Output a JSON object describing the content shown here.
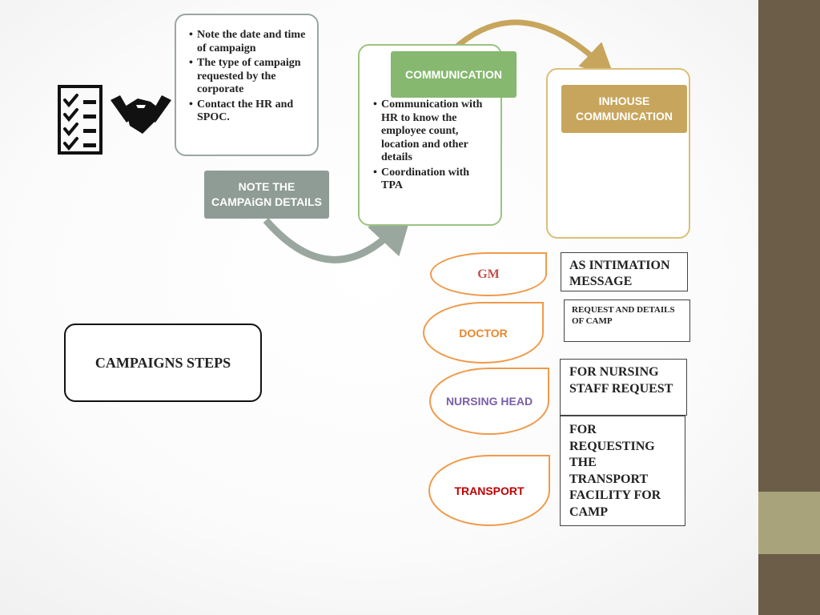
{
  "steps": {
    "note_box": {
      "bullets": [
        "Note the date and time of campaign",
        "The type of campaign requested by the corporate",
        "Contact the HR and SPOC."
      ],
      "label_line1": "NOTE THE",
      "label_line2": "CAMPAiGN DETAILS"
    },
    "communication_box": {
      "label": "COMMUNICATION",
      "bullets": [
        "Communication with HR to know the employee count, location and other details",
        "Coordination with TPA"
      ]
    },
    "inhouse_box": {
      "label_line1": "INHOUSE",
      "label_line2": "COMMUNICATION"
    }
  },
  "campaigns_label": "CAMPAIGNS STEPS",
  "recipients": [
    {
      "name": "GM",
      "detail": "AS INTIMATION MESSAGE",
      "color": "#c0504d"
    },
    {
      "name": "DOCTOR",
      "detail": "REQUEST AND DETAILS OF CAMP",
      "color": "#e8872f"
    },
    {
      "name": "NURSING HEAD",
      "detail": "FOR NURSING STAFF REQUEST",
      "color": "#7a5fa8"
    },
    {
      "name": "TRANSPORT",
      "detail": "FOR REQUESTING THE TRANSPORT FACILITY FOR CAMP",
      "color": "#c00000"
    }
  ],
  "colors": {
    "grey": "#8f9c95",
    "green": "#86b870",
    "gold": "#c7a55c",
    "petal_border": "#ef9a4a",
    "sidebar": "#6b5d47"
  },
  "icons": [
    "checklist-icon",
    "handshake-icon"
  ]
}
